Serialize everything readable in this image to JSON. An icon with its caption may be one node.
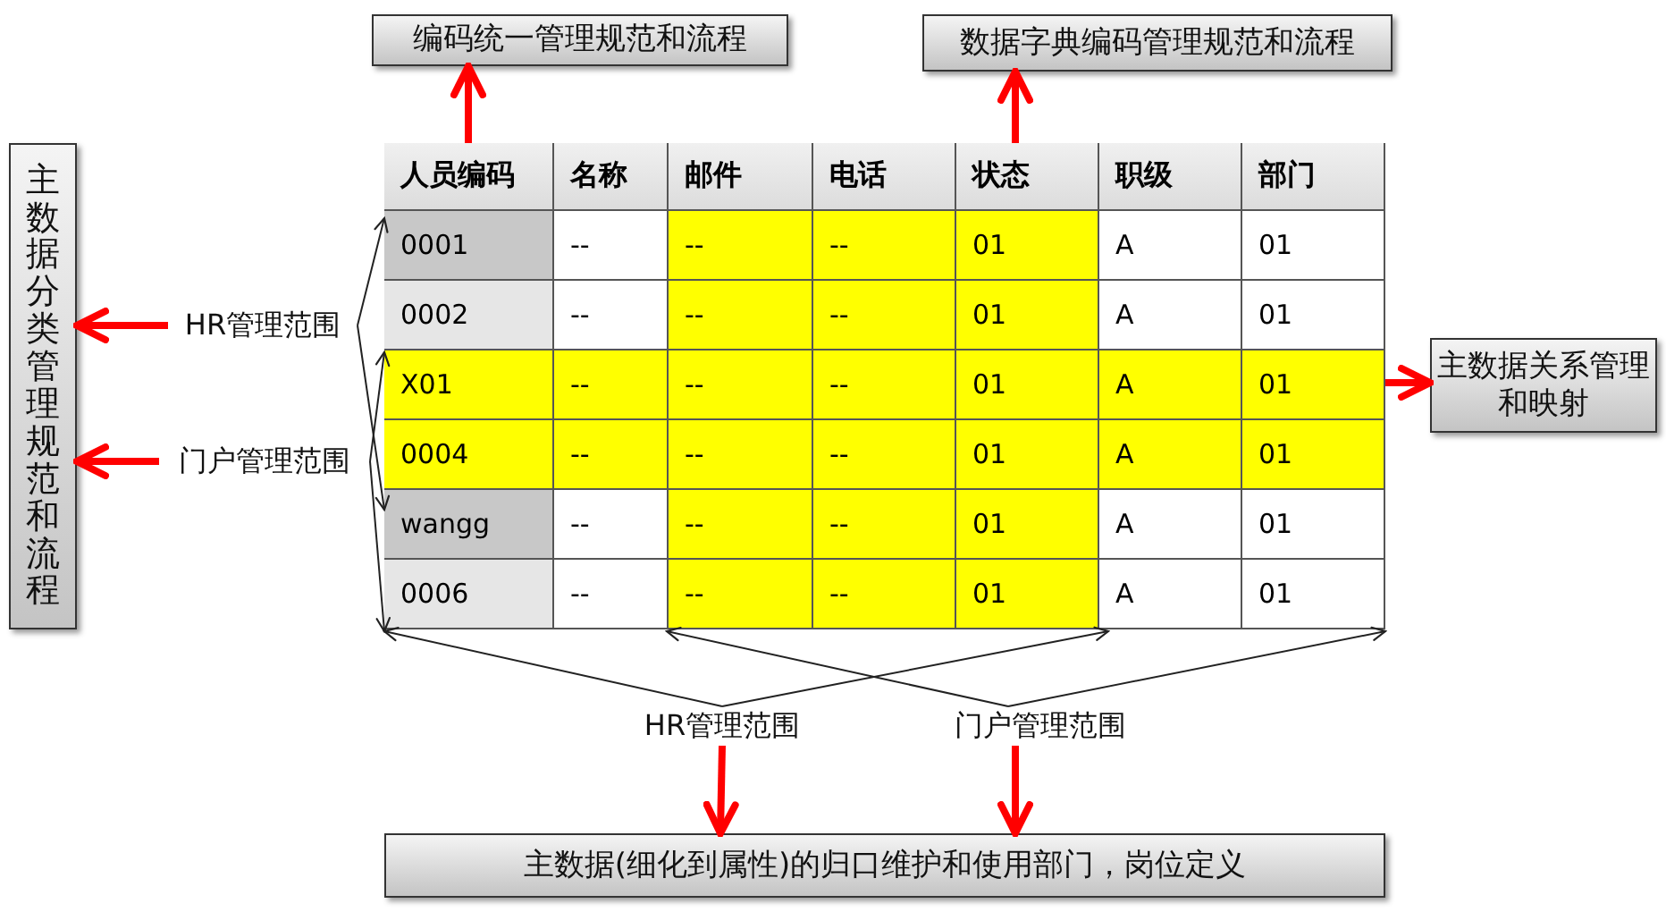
{
  "diagram": {
    "nodes": [
      {
        "text": [
          "编码统一管理规范和流程"
        ]
      },
      {
        "text": [
          "数据字典编码管理规范和流程"
        ]
      },
      {
        "text": [
          "主数据分类管理规范和流程"
        ]
      },
      {
        "text": [
          "HR管理范围"
        ]
      },
      {
        "text": [
          "门户管理范围"
        ]
      },
      {
        "text": [],
        "shape": "box"
      },
      {
        "text": [
          "主数据关系管理和映射"
        ]
      },
      {
        "text": [
          "HR管理范围"
        ]
      },
      {
        "text": [
          "门户管理范围"
        ]
      },
      {
        "text": [
          "主数据(细化到属性)的归口维护和使用部门，岗位定义"
        ]
      }
    ],
    "edges": [
      {
        "from": 5,
        "to": 0,
        "arrow": "to",
        "style": "thick",
        "color": "#ff0000"
      },
      {
        "from": 5,
        "to": 1,
        "arrow": "to",
        "style": "thick",
        "color": "#ff0000"
      },
      {
        "from": 5,
        "to": 6,
        "arrow": "to",
        "style": "thick",
        "color": "#ff0000"
      },
      {
        "from": 3,
        "to": 2,
        "arrow": "to",
        "style": "thick",
        "color": "#ff0000"
      },
      {
        "from": 4,
        "to": 2,
        "arrow": "to",
        "style": "thick",
        "color": "#ff0000"
      },
      {
        "from": 3,
        "to": 5,
        "arrow": "to"
      },
      {
        "from": 3,
        "to": 5,
        "arrow": "to"
      },
      {
        "from": 4,
        "to": 5,
        "arrow": "to"
      },
      {
        "from": 4,
        "to": 5,
        "arrow": "to"
      },
      {
        "from": 7,
        "to": 5,
        "arrow": "to"
      },
      {
        "from": 7,
        "to": 5,
        "arrow": "to"
      },
      {
        "from": 8,
        "to": 5,
        "arrow": "to"
      },
      {
        "from": 8,
        "to": 5,
        "arrow": "to"
      },
      {
        "from": 7,
        "to": 9,
        "arrow": "to",
        "style": "thick",
        "color": "#ff0000"
      },
      {
        "from": 8,
        "to": 9,
        "arrow": "to",
        "style": "thick",
        "color": "#ff0000"
      }
    ],
    "labels": [
      "人员编码",
      "名称",
      "邮件",
      "电话",
      "状态",
      "职级",
      "部门",
      "0001",
      "--",
      "--",
      "--",
      "01",
      "A",
      "01",
      "0002",
      "--",
      "--",
      "--",
      "01",
      "A",
      "01",
      "X01",
      "--",
      "--",
      "--",
      "01",
      "A",
      "01",
      "0004",
      "--",
      "--",
      "--",
      "01",
      "A",
      "01",
      "wangg",
      "--",
      "--",
      "--",
      "01",
      "A",
      "01",
      "0006",
      "--",
      "--",
      "--",
      "01",
      "A",
      "01"
    ]
  }
}
